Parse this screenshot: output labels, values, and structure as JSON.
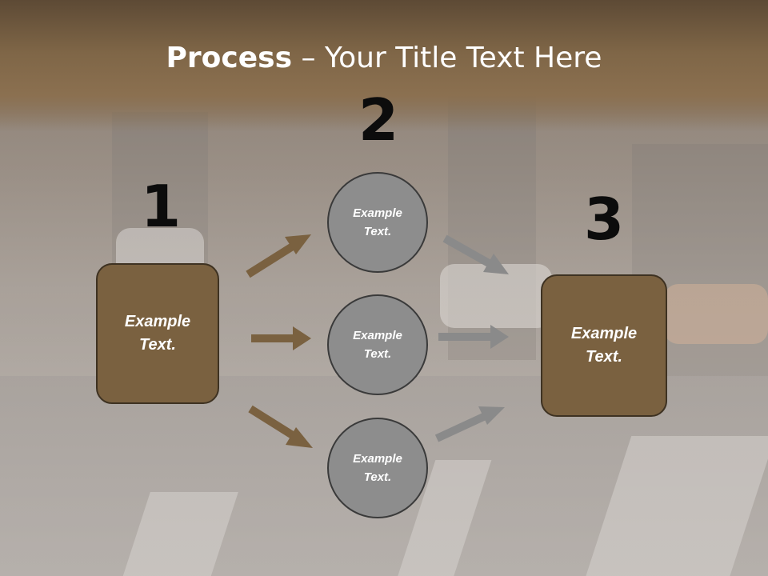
{
  "title": {
    "bold": "Process",
    "rest": " – Your Title Text Here"
  },
  "numbers": [
    "1",
    "2",
    "3"
  ],
  "box_left": {
    "line1": "Example",
    "line2": "Text."
  },
  "box_right": {
    "line1": "Example",
    "line2": "Text."
  },
  "circles": [
    {
      "line1": "Example",
      "line2": "Text."
    },
    {
      "line1": "Example",
      "line2": "Text."
    },
    {
      "line1": "Example",
      "line2": "Text."
    }
  ],
  "colors": {
    "title_band": "#7f6647",
    "box_fill": "#7a6140",
    "circle_fill": "#8d8d8d",
    "arrow_brown": "#7a6140",
    "arrow_gray": "#8a8a8a"
  }
}
